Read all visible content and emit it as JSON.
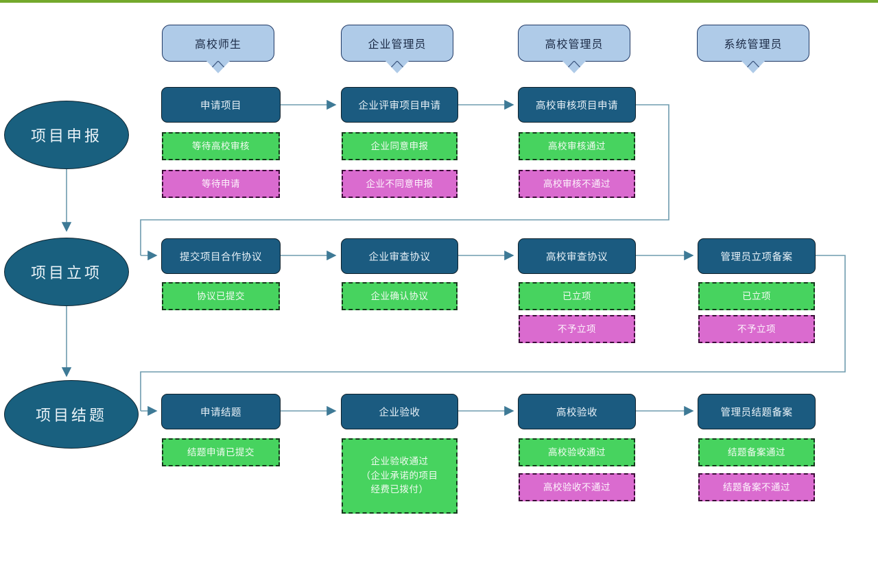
{
  "theme": {
    "accent_green_bar": "#74A92C",
    "node_fill": "#1B5B80",
    "stage_fill": "#19607F",
    "bubble_fill": "#AFCBE8",
    "status_ok_fill": "#47D35F",
    "status_no_fill": "#DA6BCF",
    "connector": "#5C8FA6"
  },
  "roles": [
    {
      "label": "高校师生"
    },
    {
      "label": "企业管理员"
    },
    {
      "label": "高校管理员"
    },
    {
      "label": "系统管理员"
    }
  ],
  "stages": [
    {
      "label": "项目申报"
    },
    {
      "label": "项目立项"
    },
    {
      "label": "项目结题"
    }
  ],
  "rows": [
    {
      "stage": "项目申报",
      "nodes": [
        {
          "label": "申请项目",
          "role": "高校师生",
          "statuses": [
            {
              "label": "等待高校审核",
              "kind": "ok"
            },
            {
              "label": "等待申请",
              "kind": "no"
            }
          ]
        },
        {
          "label": "企业评审项目申请",
          "role": "企业管理员",
          "statuses": [
            {
              "label": "企业同意申报",
              "kind": "ok"
            },
            {
              "label": "企业不同意申报",
              "kind": "no"
            }
          ]
        },
        {
          "label": "高校审核项目申请",
          "role": "高校管理员",
          "statuses": [
            {
              "label": "高校审核通过",
              "kind": "ok"
            },
            {
              "label": "高校审核不通过",
              "kind": "no"
            }
          ]
        }
      ]
    },
    {
      "stage": "项目立项",
      "nodes": [
        {
          "label": "提交项目合作协议",
          "role": "高校师生",
          "statuses": [
            {
              "label": "协议已提交",
              "kind": "ok"
            }
          ]
        },
        {
          "label": "企业审查协议",
          "role": "企业管理员",
          "statuses": [
            {
              "label": "企业确认协议",
              "kind": "ok"
            }
          ]
        },
        {
          "label": "高校审查协议",
          "role": "高校管理员",
          "statuses": [
            {
              "label": "已立项",
              "kind": "ok"
            },
            {
              "label": "不予立项",
              "kind": "no"
            }
          ]
        },
        {
          "label": "管理员立项备案",
          "role": "系统管理员",
          "statuses": [
            {
              "label": "已立项",
              "kind": "ok"
            },
            {
              "label": "不予立项",
              "kind": "no"
            }
          ]
        }
      ]
    },
    {
      "stage": "项目结题",
      "nodes": [
        {
          "label": "申请结题",
          "role": "高校师生",
          "statuses": [
            {
              "label": "结题申请已提交",
              "kind": "ok"
            }
          ]
        },
        {
          "label": "企业验收",
          "role": "企业管理员",
          "statuses": [
            {
              "label": "企业验收通过\n（企业承诺的项目\n经费已拨付）",
              "kind": "ok"
            }
          ]
        },
        {
          "label": "高校验收",
          "role": "高校管理员",
          "statuses": [
            {
              "label": "高校验收通过",
              "kind": "ok"
            },
            {
              "label": "高校验收不通过",
              "kind": "no"
            }
          ]
        },
        {
          "label": "管理员结题备案",
          "role": "系统管理员",
          "statuses": [
            {
              "label": "结题备案通过",
              "kind": "ok"
            },
            {
              "label": "结题备案不通过",
              "kind": "no"
            }
          ]
        }
      ]
    }
  ],
  "multiline_statuses": {
    "enterprise_accept_line1": "企业验收通过",
    "enterprise_accept_line2": "（企业承诺的项目",
    "enterprise_accept_line3": "经费已拨付）"
  }
}
